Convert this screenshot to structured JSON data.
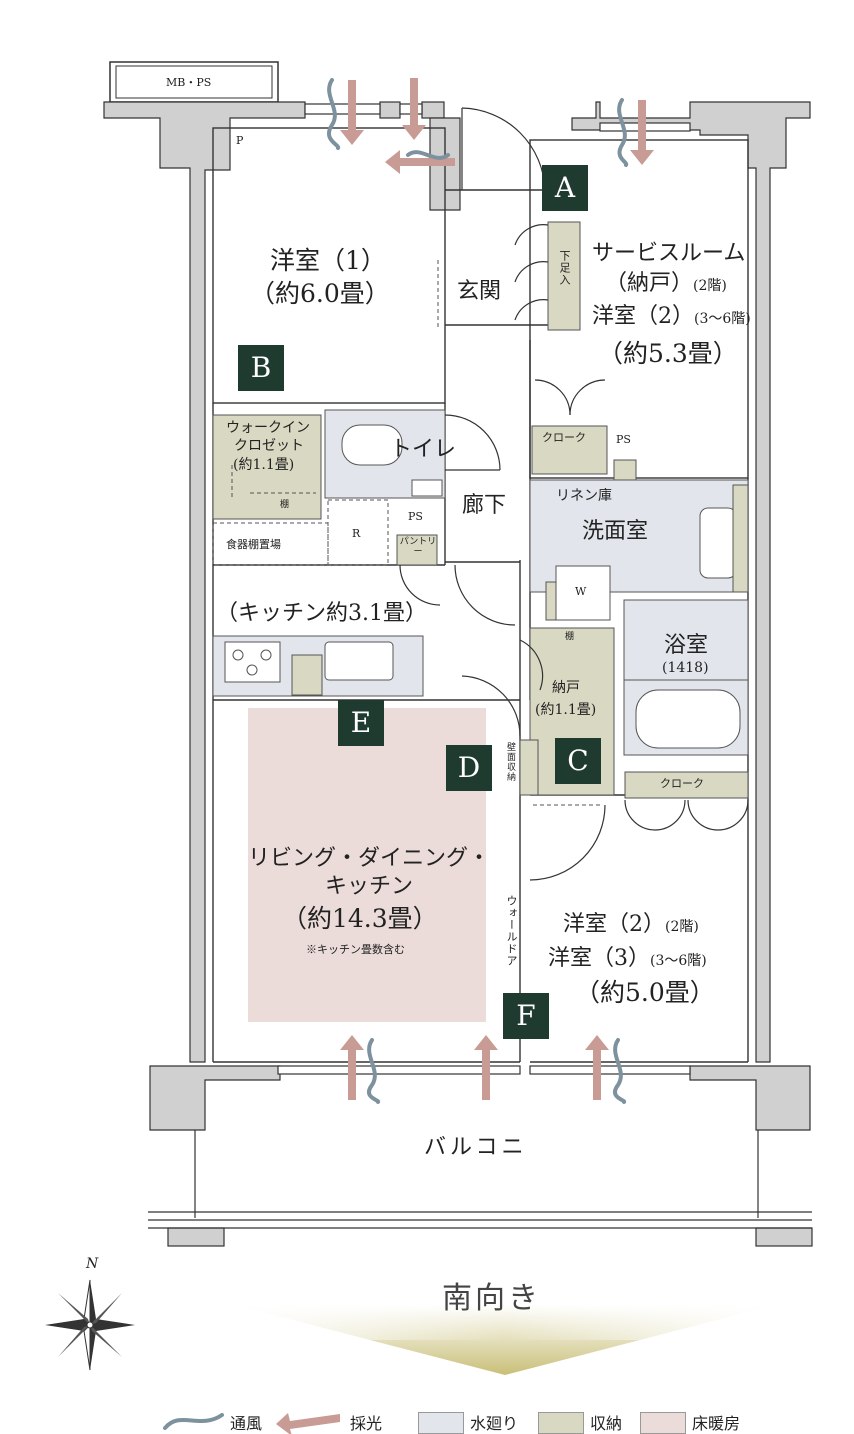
{
  "shafts": {
    "mbps": "MB・PS",
    "p": "P"
  },
  "rooms": {
    "western1": {
      "name": "洋室（1）",
      "size": "（約6.0畳）"
    },
    "entrance": {
      "name": "玄関"
    },
    "shoe_storage": {
      "name": "下足入"
    },
    "service_room": {
      "line1": "サービスルーム",
      "line2": "（納戸）",
      "line2_note": "(2階)",
      "line3": "洋室（2）",
      "line3_note": "(3〜6階)",
      "size": "（約5.3畳）"
    },
    "walkin": {
      "line1": "ウォークイン",
      "line2": "クロゼット",
      "size": "(約1.1畳)",
      "shelf": "棚"
    },
    "toilet": {
      "name": "トイレ"
    },
    "hallway": {
      "name": "廊下"
    },
    "cloak1": {
      "name": "クローク"
    },
    "ps_right": {
      "name": "PS"
    },
    "linen": {
      "name": "リネン庫"
    },
    "washroom": {
      "name": "洗面室"
    },
    "dish_shelf": {
      "name": "食器棚置場"
    },
    "fridge": {
      "name": "R"
    },
    "ps_left": {
      "name": "PS"
    },
    "pantry": {
      "name": "パントリー"
    },
    "washer": {
      "name": "W"
    },
    "kitchen": {
      "name": "（キッチン約3.1畳）"
    },
    "bath": {
      "name": "浴室",
      "size": "(1418)"
    },
    "closet_shelf": {
      "name": "棚"
    },
    "storage": {
      "name": "納戸",
      "size": "(約1.1畳)"
    },
    "wall_storage": {
      "name": "壁面収納"
    },
    "cloak2": {
      "name": "クローク"
    },
    "ldk": {
      "line1": "リビング・ダイニング・",
      "line2": "キッチン",
      "size": "（約14.3畳）",
      "note": "※キッチン畳数含む"
    },
    "wall_door": {
      "name": "ウォールドア"
    },
    "western23": {
      "line1": "洋室（2）",
      "line1_note": "(2階)",
      "line2": "洋室（3）",
      "line2_note": "(3〜6階)",
      "size": "（約5.0畳）"
    },
    "balcony": {
      "name": "バルコニ"
    }
  },
  "markers": [
    "A",
    "B",
    "C",
    "D",
    "E",
    "F"
  ],
  "compass": {
    "north": "N"
  },
  "orientation": "南向き",
  "legend": {
    "ventilation": "通風",
    "daylight": "採光",
    "water": "水廻り",
    "storage": "収納",
    "floor_heating": "床暖房"
  },
  "colors": {
    "wall": "#d0d0d0",
    "water": "#e2e6ec",
    "storage": "#d9d8c2",
    "floor_heating": "#ecdcd9",
    "marker": "#1f3b30",
    "daylight_arrow": "#c89c94",
    "wind": "#7d929e",
    "gold": "#d8cf9a"
  }
}
